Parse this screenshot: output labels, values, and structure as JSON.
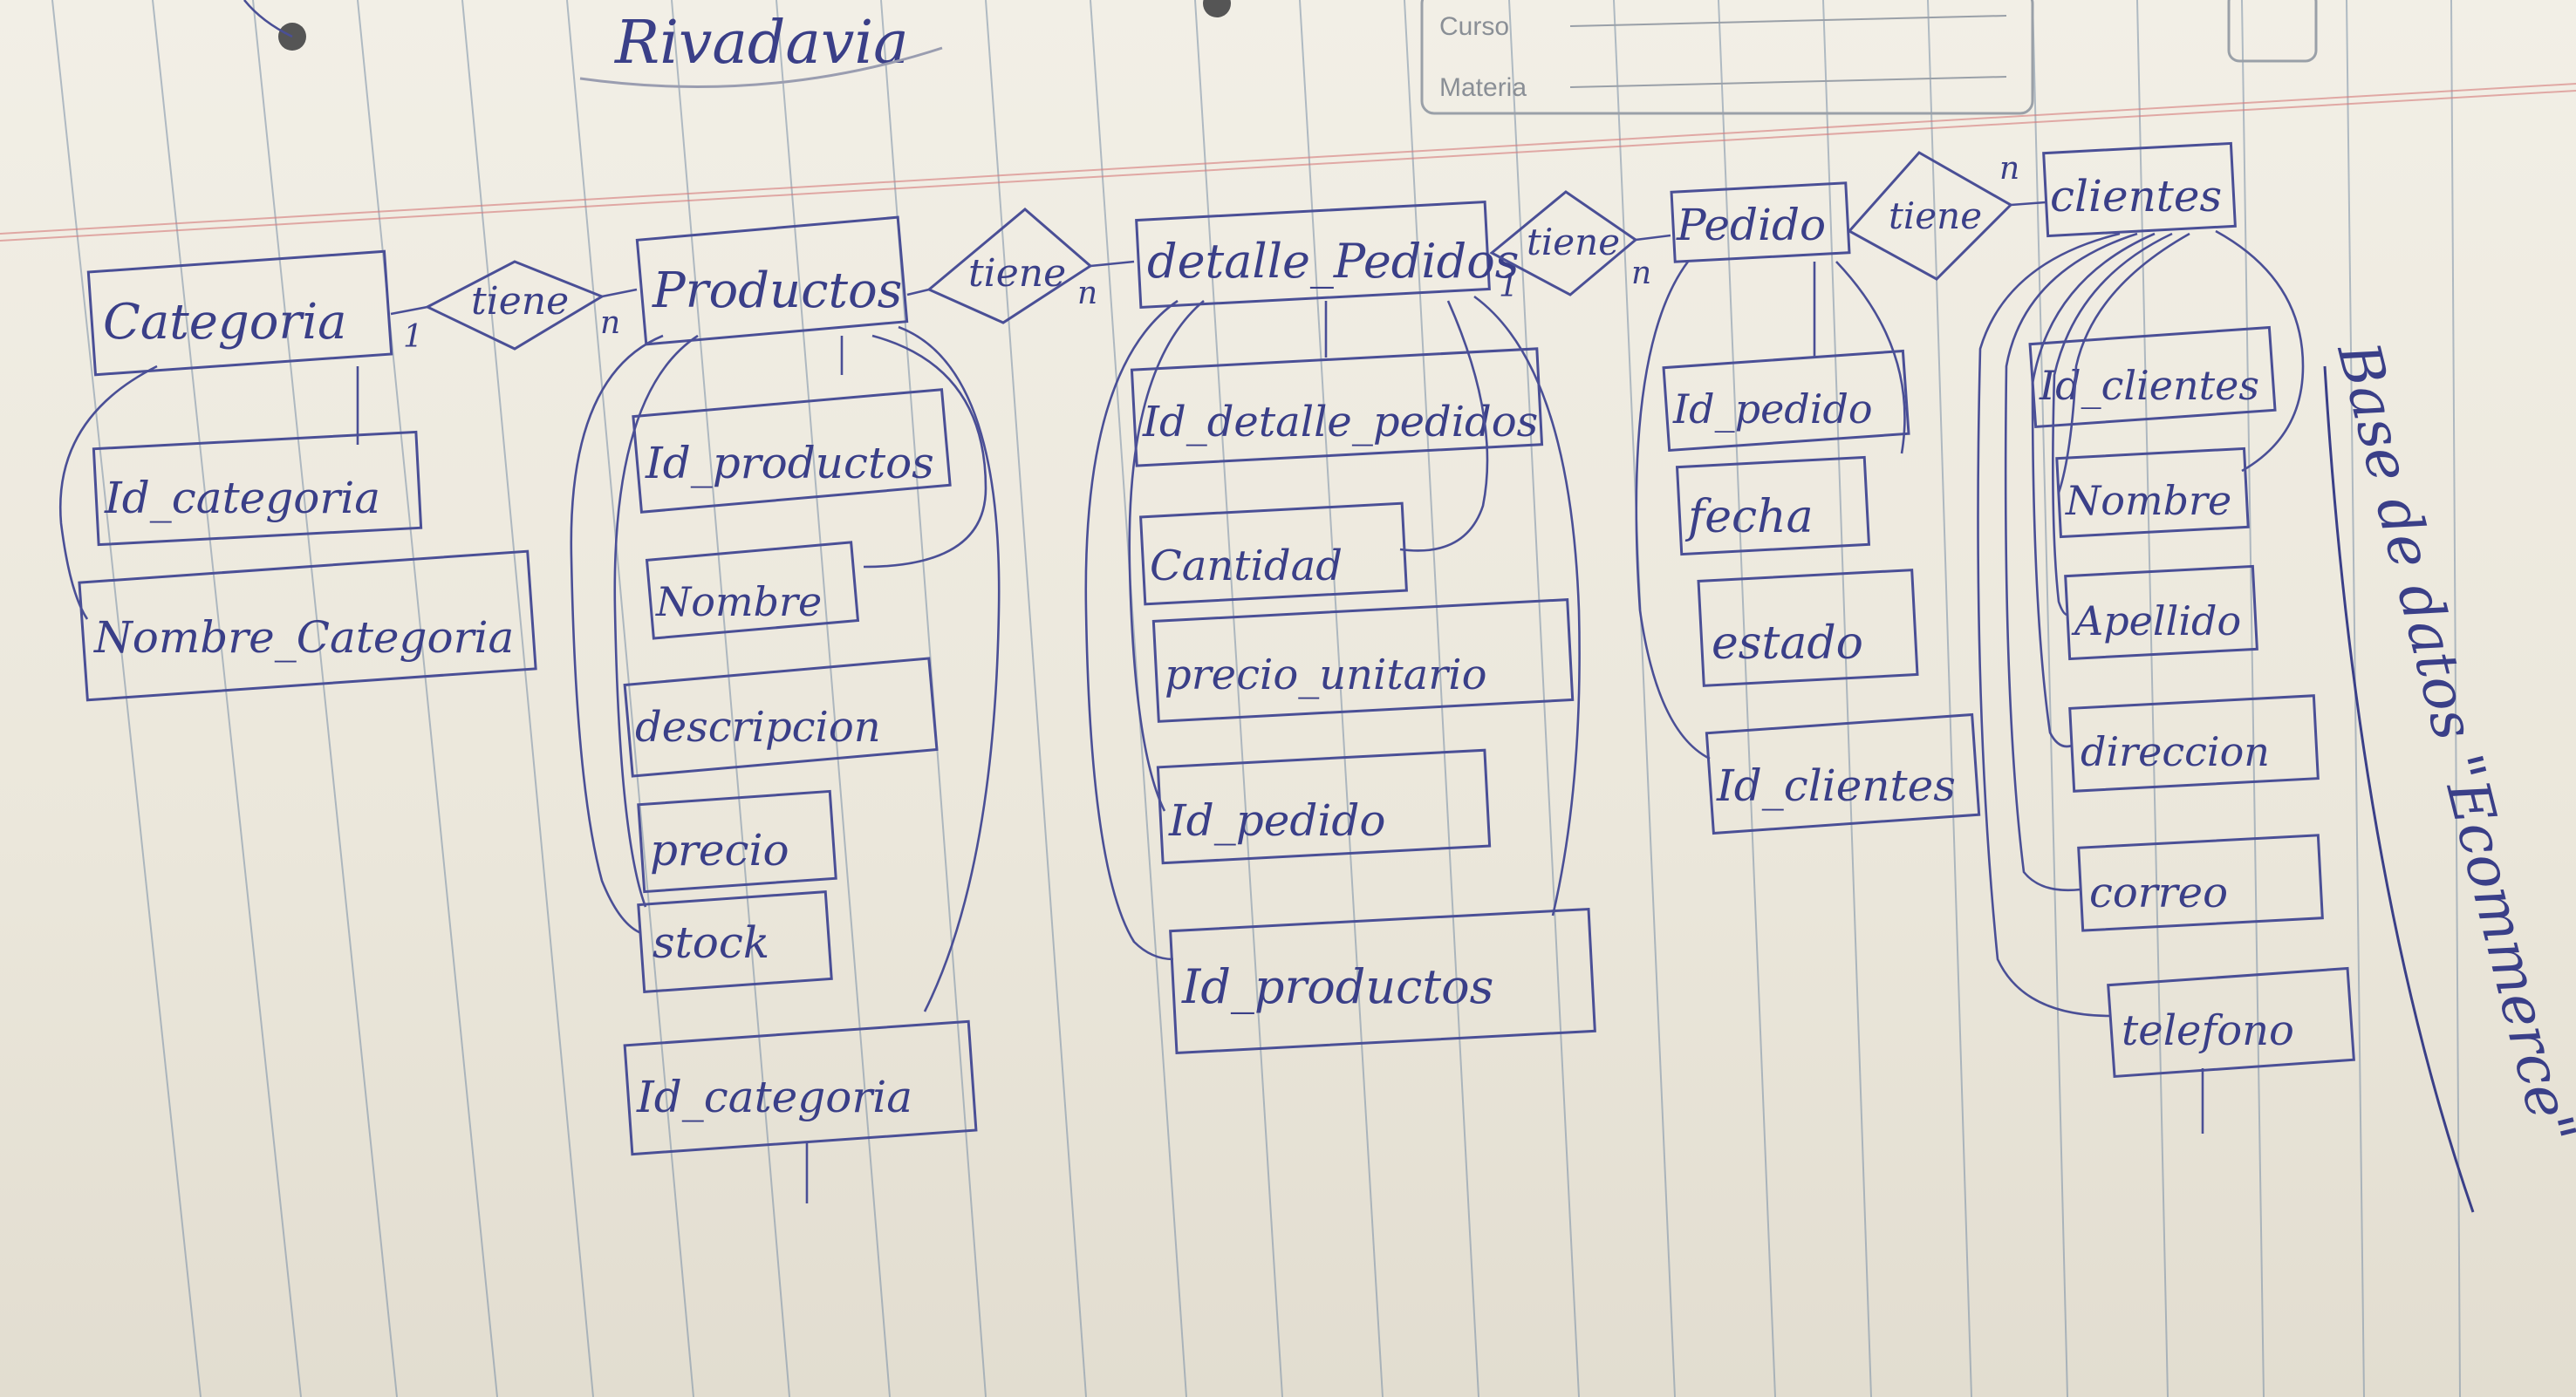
{
  "header": {
    "brand": "Rivadavia",
    "curso_label": "Curso",
    "materia_label": "Materia"
  },
  "side_title": "Base de datos \"Ecommerce\"",
  "entities": {
    "categoria": {
      "title": "Categoria",
      "attributes": [
        "Id_categoria",
        "Nombre_Categoria"
      ]
    },
    "productos": {
      "title": "Productos",
      "attributes": [
        "Id_productos",
        "Nombre",
        "descripcion",
        "precio",
        "stock",
        "Id_categoria"
      ]
    },
    "detalle": {
      "title": "detalle_Pedidos",
      "attributes": [
        "Id_detalle_pedidos",
        "Cantidad",
        "precio_unitario",
        "Id_pedido",
        "Id_productos"
      ]
    },
    "pedido": {
      "title": "Pedido",
      "attributes": [
        "Id_pedido",
        "fecha",
        "estado",
        "Id_clientes"
      ]
    },
    "clientes": {
      "title": "clientes",
      "attributes": [
        "Id_clientes",
        "Nombre",
        "Apellido",
        "direccion",
        "correo",
        "telefono"
      ]
    }
  },
  "relationships": [
    {
      "label": "tiene",
      "left": "1",
      "right": "n"
    },
    {
      "label": "tiene",
      "left": "",
      "right": "n"
    },
    {
      "label": "tiene",
      "left": "1",
      "right": "n"
    },
    {
      "label": "tiene",
      "left": "",
      "right": "n"
    }
  ]
}
